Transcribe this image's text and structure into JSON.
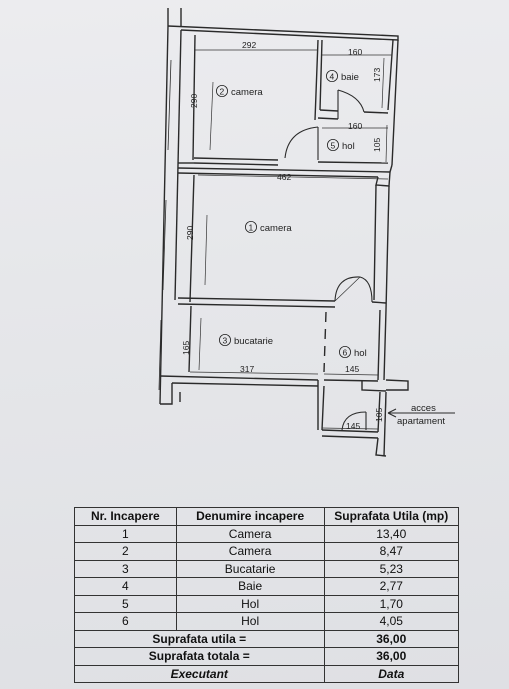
{
  "floorplan": {
    "dims": {
      "top_left_width": "292",
      "top_right_width": "160",
      "baie_height": "173",
      "room2_height": "290",
      "hol5_width": "160",
      "hol5_height": "105",
      "room1_width": "462",
      "room1_height": "290",
      "bucatarie_height": "165",
      "bucatarie_width": "317",
      "hol6_width": "145",
      "entry_width": "145",
      "entry_height": "105"
    },
    "rooms": [
      {
        "num": "1",
        "name": "camera"
      },
      {
        "num": "2",
        "name": "camera"
      },
      {
        "num": "3",
        "name": "bucatarie"
      },
      {
        "num": "4",
        "name": "baie"
      },
      {
        "num": "5",
        "name": "hol"
      },
      {
        "num": "6",
        "name": "hol"
      }
    ],
    "access_label_line1": "acces",
    "access_label_line2": "apartament"
  },
  "table": {
    "headers": [
      "Nr. Incapere",
      "Denumire incapere",
      "Suprafata Utila (mp)"
    ],
    "rows": [
      [
        "1",
        "Camera",
        "13,40"
      ],
      [
        "2",
        "Camera",
        "8,47"
      ],
      [
        "3",
        "Bucatarie",
        "5,23"
      ],
      [
        "4",
        "Baie",
        "2,77"
      ],
      [
        "5",
        "Hol",
        "1,70"
      ],
      [
        "6",
        "Hol",
        "4,05"
      ]
    ],
    "suprafata_utila_label": "Suprafata utila  =",
    "suprafata_utila_value": "36,00",
    "suprafata_totala_label": "Suprafata totala  =",
    "suprafata_totala_value": "36,00",
    "executant_label": "Executant",
    "data_label": "Data"
  }
}
